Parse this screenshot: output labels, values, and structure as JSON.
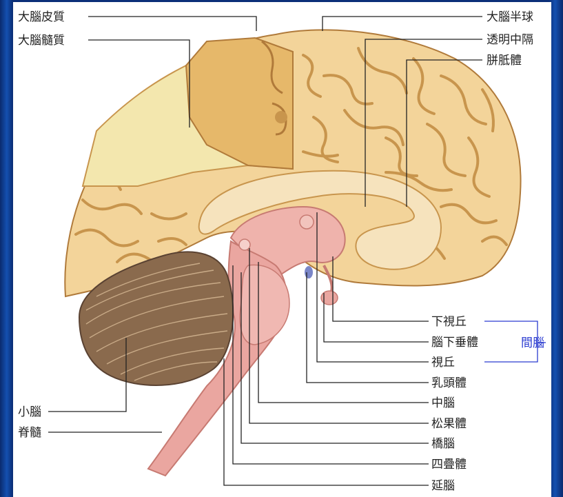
{
  "labels": {
    "cerebral_cortex": "大腦皮質",
    "cerebral_medulla": "大腦髓質",
    "cerebral_hemisphere": "大腦半球",
    "septum_pellucidum": "透明中隔",
    "corpus_callosum": "胼胝體",
    "hypothalamus": "下視丘",
    "pituitary": "腦下垂體",
    "thalamus": "視丘",
    "mammillary_body": "乳頭體",
    "midbrain": "中腦",
    "pineal_body": "松果體",
    "pons": "橋腦",
    "corpora_quadrigemina": "四疊體",
    "medulla_oblongata": "延腦",
    "cerebellum": "小腦",
    "spinal_cord": "脊髓",
    "diencephalon": "間腦"
  },
  "colors": {
    "background": "#0b2f78",
    "panel": "#ffffff",
    "gyri_fill": "#f3d49a",
    "sulci_stroke": "#c8954d",
    "cut_cortex": "#e6b86a",
    "cut_medulla": "#f3e7ae",
    "corpus_callosum": "#f6e3bd",
    "brainstem": "#eaa6a0",
    "cerebellum": "#8a6a4d",
    "diencephalon_bracket": "#2a3bd0"
  }
}
